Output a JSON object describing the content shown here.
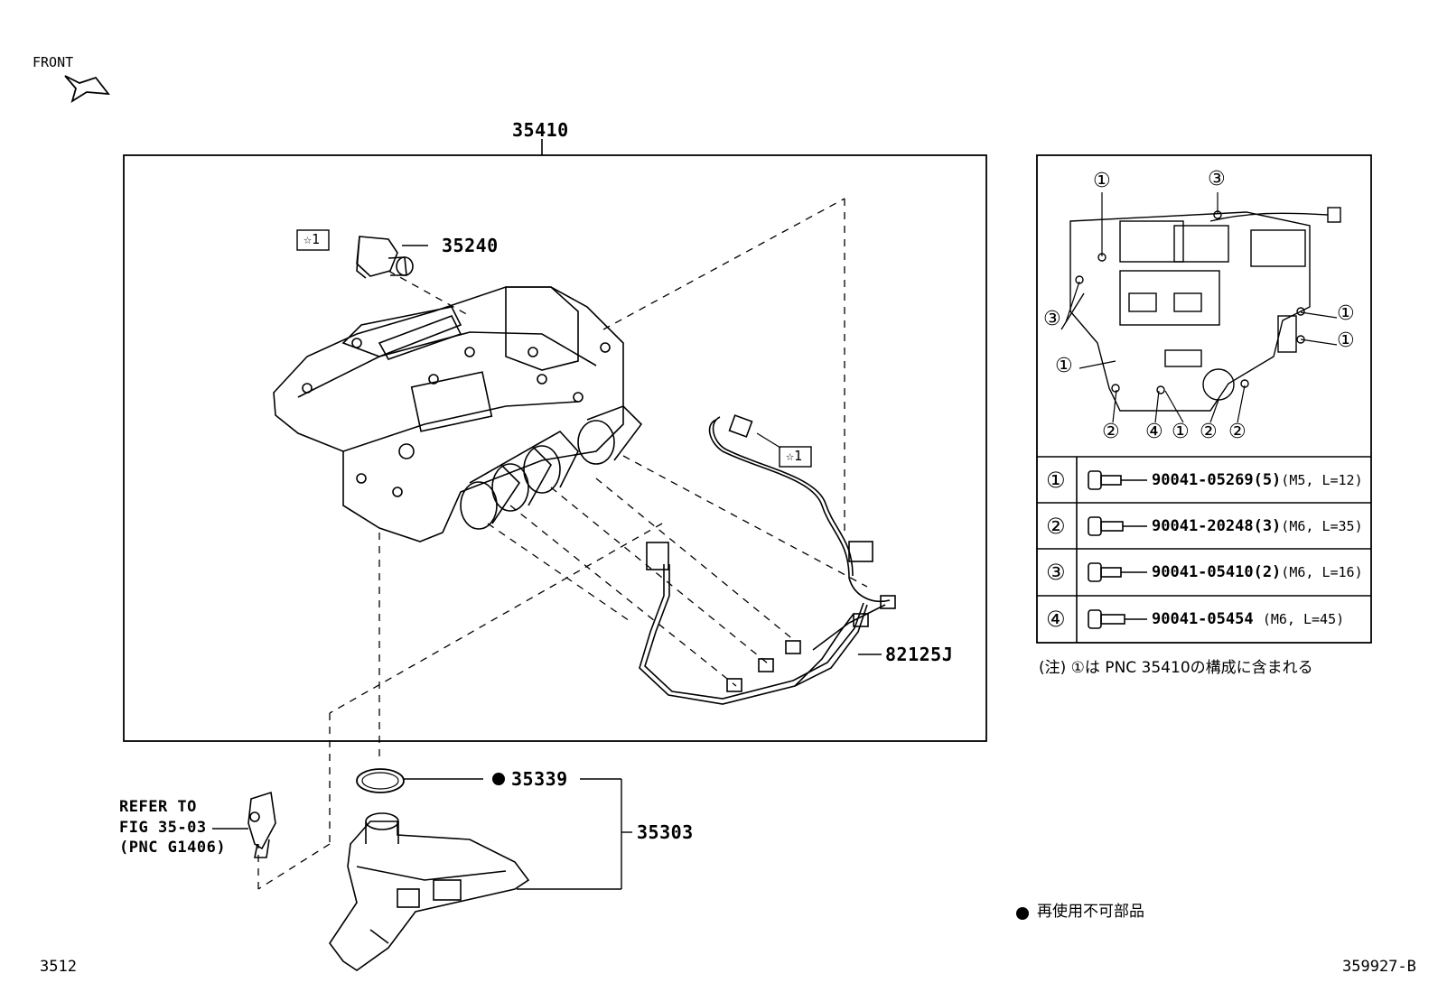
{
  "front": {
    "label": "FRONT"
  },
  "callouts": {
    "assembly": "35410",
    "solenoid": "35240",
    "harness": "82125J",
    "gasket": "35339",
    "strainer": "35303",
    "star_tag_1": "☆1",
    "star_tag_2": "☆1"
  },
  "refer": {
    "line1": "REFER TO",
    "line2": "FIG 35-03",
    "line3": "(PNC G1406)"
  },
  "bolt_table": [
    {
      "circle": "①",
      "part": "90041-05269(5)",
      "spec": "(M5, L=12)"
    },
    {
      "circle": "②",
      "part": "90041-20248(3)",
      "spec": "(M6, L=35)"
    },
    {
      "circle": "③",
      "part": "90041-05410(2)",
      "spec": "(M6, L=16)"
    },
    {
      "circle": "④",
      "part": "90041-05454",
      "spec": "(M6, L=45)"
    }
  ],
  "inset_labels": [
    "①",
    "③",
    "①",
    "①",
    "③",
    "①",
    "②",
    "④",
    "①",
    "②",
    "②"
  ],
  "note": "(注) ①は PNC 35410の構成に含まれる",
  "legend": {
    "bullet": "●",
    "text": "再使用不可部品"
  },
  "footer": {
    "left": "3512",
    "right": "359927-B"
  }
}
